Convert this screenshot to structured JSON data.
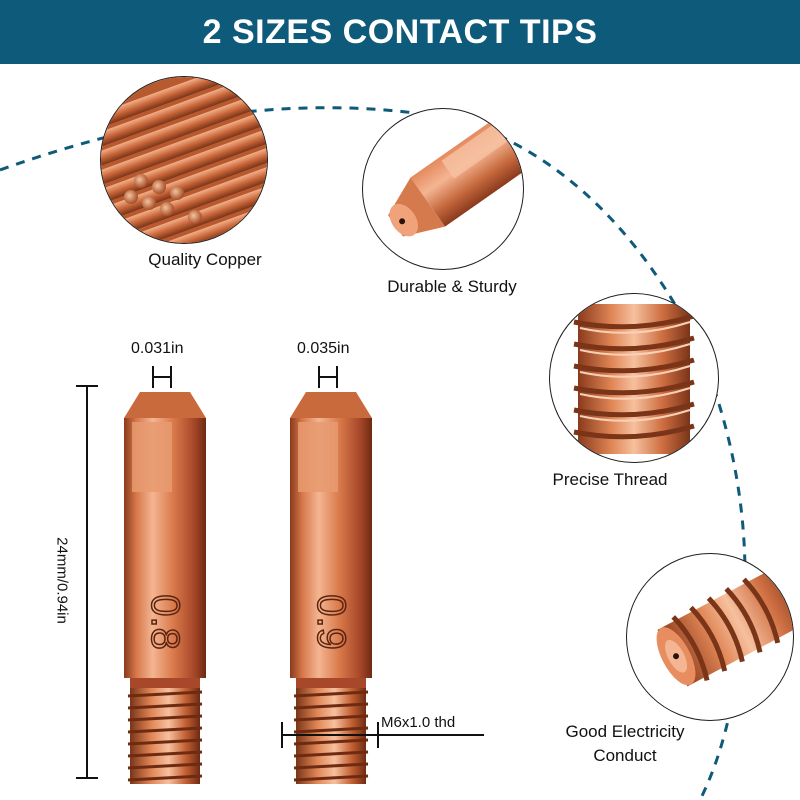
{
  "title": "2 SIZES CONTACT TIPS",
  "features": [
    {
      "label": "Quality Copper"
    },
    {
      "label": "Durable & Sturdy"
    },
    {
      "label": "Precise Thread"
    },
    {
      "label": "Good Electricity"
    },
    {
      "label": "Conduct"
    }
  ],
  "tips": [
    {
      "size_label": "0.031in",
      "engraving": "0.8"
    },
    {
      "size_label": "0.035in",
      "engraving": "0.9"
    }
  ],
  "length_label": "24mm/0.94in",
  "thread_label": "M6x1.0 thd",
  "colors": {
    "banner": "#0e5a7a",
    "copper": "#c9673a",
    "copper_light": "#f1a57d",
    "copper_dark": "#8a3a1c",
    "arc": "#0e5a7a"
  }
}
